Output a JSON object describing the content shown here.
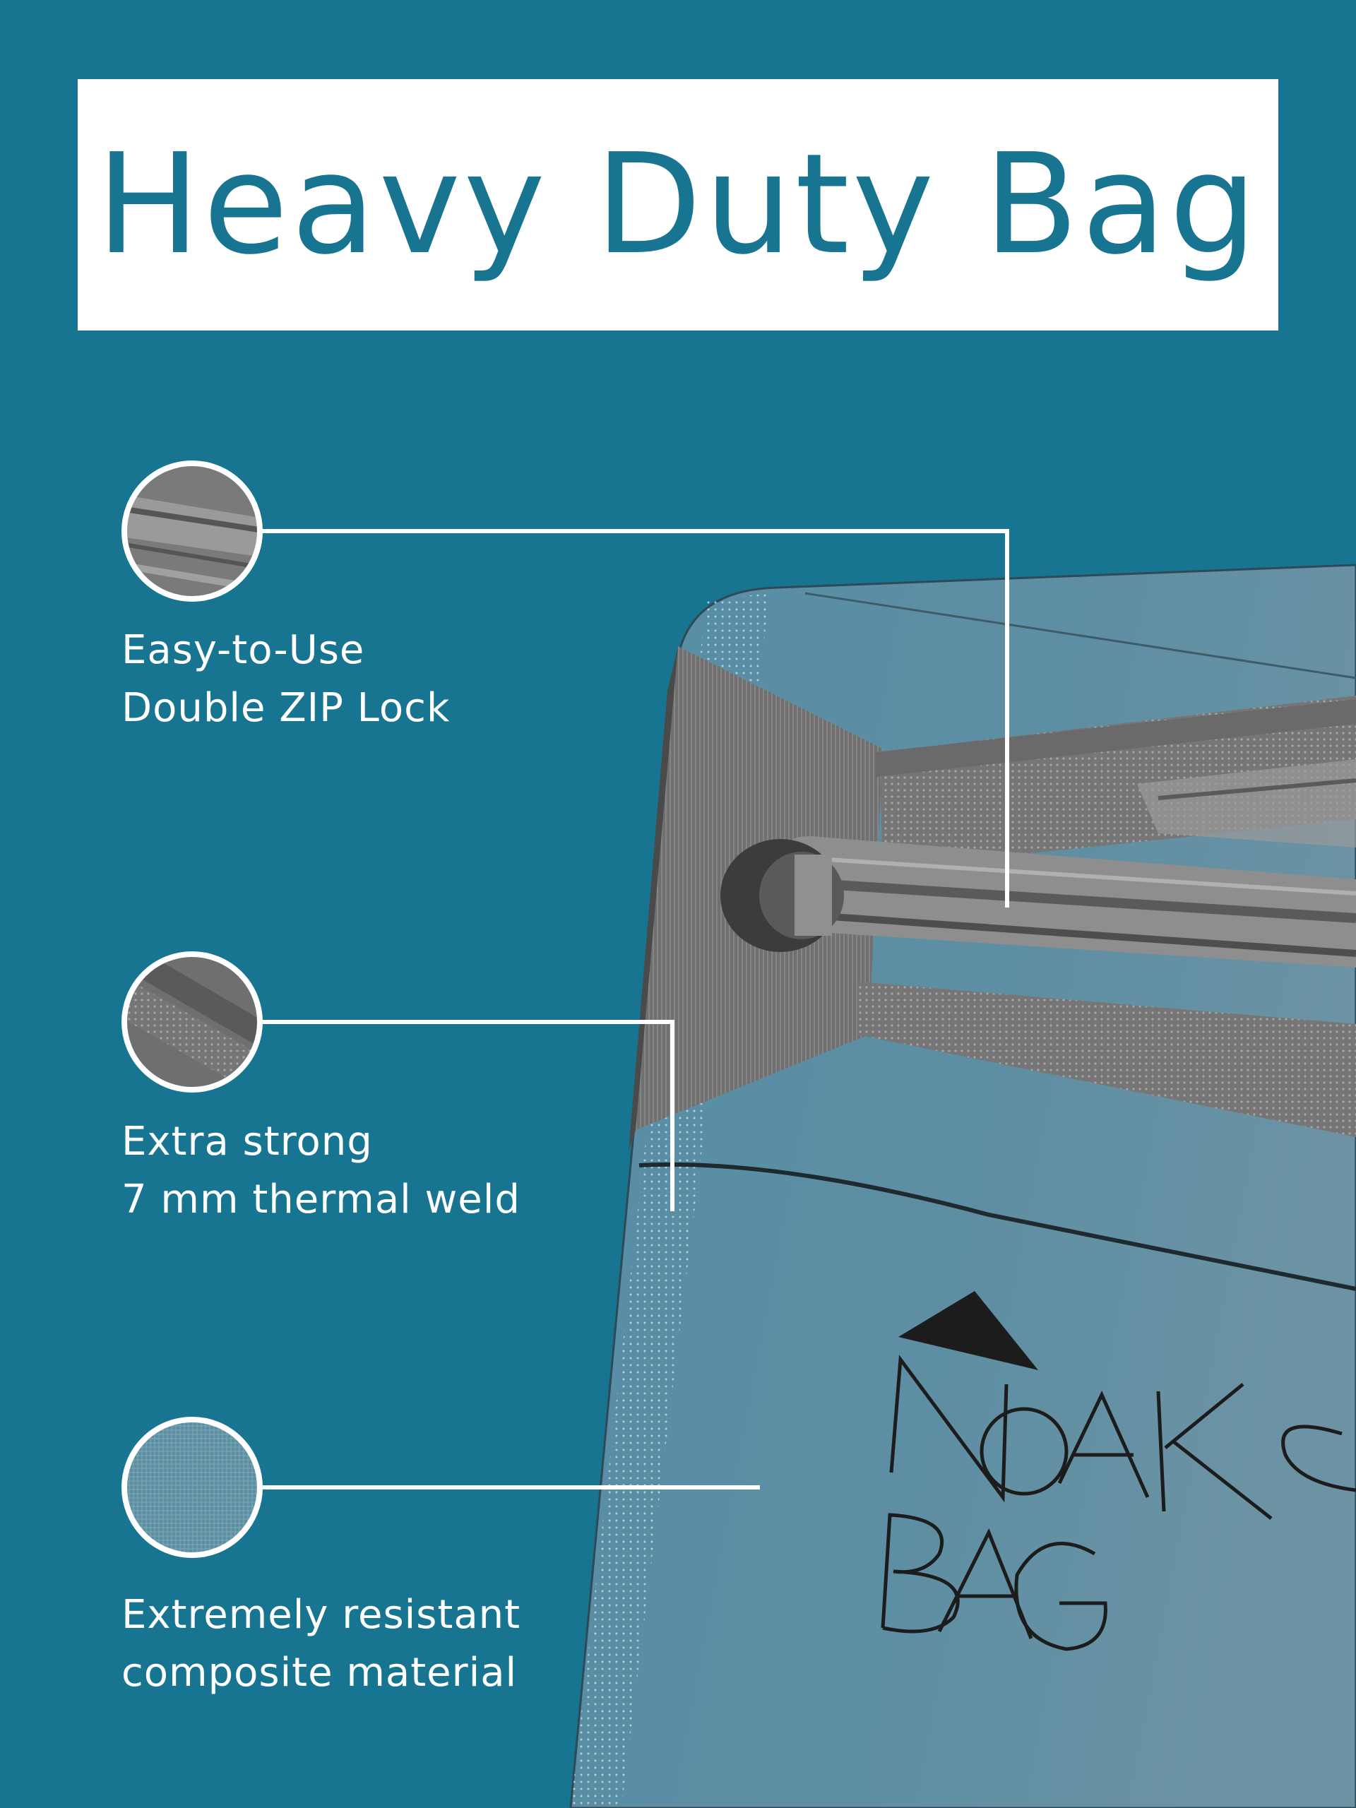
{
  "title": "Heavy Duty Bag",
  "features": [
    {
      "icon": "zip-lock-icon",
      "line1": "Easy-to-Use",
      "line2": "Double ZIP Lock"
    },
    {
      "icon": "thermal-weld-icon",
      "line1": "Extra strong",
      "line2": "7 mm thermal weld"
    },
    {
      "icon": "composite-material-icon",
      "line1": "Extremely resistant",
      "line2": "composite material"
    }
  ],
  "colors": {
    "background": "#177591",
    "title_box": "#ffffff",
    "title_text": "#177591",
    "bag_body": "#5b8fa6",
    "zip_gray": "#8c8c8c",
    "logo_ink": "#1c1c1c"
  }
}
